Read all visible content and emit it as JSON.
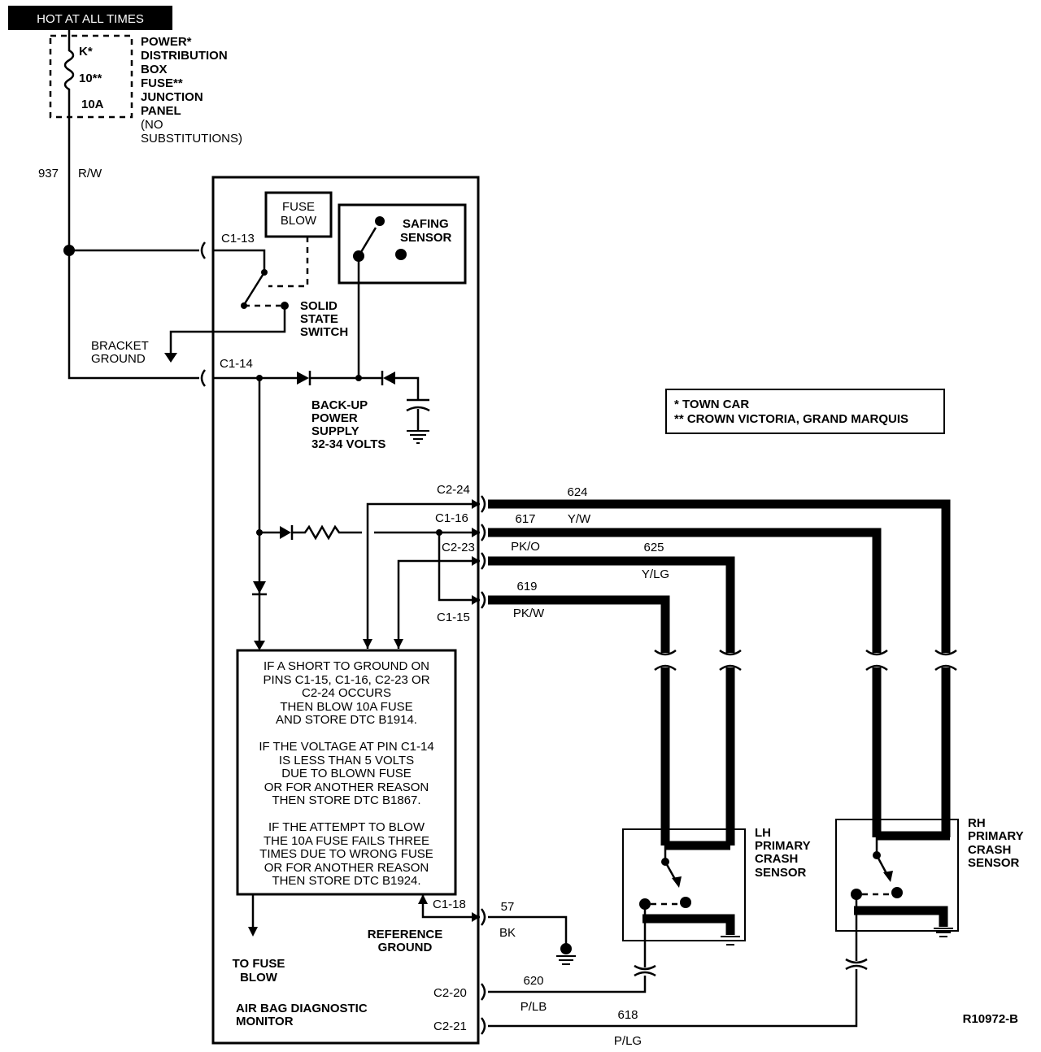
{
  "header": {
    "hot_label": "HOT AT ALL TIMES"
  },
  "fuse": {
    "labels": [
      "K*",
      "10**",
      "10A"
    ],
    "desc_lines": [
      "POWER*",
      "DISTRIBUTION",
      "BOX",
      "FUSE**",
      "JUNCTION",
      "PANEL",
      "(NO",
      "SUBSTITUTIONS)"
    ]
  },
  "feed_wire": {
    "number": "937",
    "color": "R/W"
  },
  "monitor": {
    "title_lines": [
      "AIR BAG DIAGNOSTIC",
      "MONITOR"
    ],
    "fuse_blow_lines": [
      "FUSE",
      "BLOW"
    ],
    "safing_lines": [
      "SAFING",
      "SENSOR"
    ],
    "solid_state_lines": [
      "SOLID",
      "STATE",
      "SWITCH"
    ],
    "backup_lines": [
      "BACK-UP",
      "POWER",
      "SUPPLY",
      "32-34 VOLTS"
    ],
    "logic_lines": [
      "IF A SHORT TO GROUND ON",
      "PINS C1-15, C1-16, C2-23 OR",
      "C2-24 OCCURS",
      "THEN BLOW 10A FUSE",
      "AND STORE DTC B1914.",
      "",
      "IF THE VOLTAGE AT PIN C1-14",
      "IS LESS THAN 5 VOLTS",
      "DUE TO BLOWN FUSE",
      "OR FOR ANOTHER REASON",
      "THEN STORE DTC B1867.",
      "",
      "IF THE ATTEMPT TO BLOW",
      "THE 10A FUSE FAILS THREE",
      "TIMES DUE TO WRONG FUSE",
      "OR FOR ANOTHER REASON",
      "THEN STORE DTC B1924."
    ],
    "to_fuse_blow_lines": [
      "TO FUSE",
      "BLOW"
    ],
    "ref_ground_lines": [
      "REFERENCE",
      "GROUND"
    ]
  },
  "bracket_ground_lines": [
    "BRACKET",
    "GROUND"
  ],
  "connectors": {
    "c1_13": "C1-13",
    "c1_14": "C1-14",
    "c2_24": "C2-24",
    "c1_16": "C1-16",
    "c2_23": "C2-23",
    "c1_15": "C1-15",
    "c1_18": "C1-18",
    "c2_20": "C2-20",
    "c2_21": "C2-21"
  },
  "wires": {
    "w624": {
      "number": "624"
    },
    "w617": {
      "number": "617",
      "color": "Y/W"
    },
    "w625": {
      "number": "625",
      "color": "Y/LG"
    },
    "wpko": {
      "color": "PK/O"
    },
    "w619": {
      "number": "619",
      "color": "PK/W"
    },
    "w57": {
      "number": "57",
      "color": "BK"
    },
    "w620": {
      "number": "620",
      "color": "P/LB"
    },
    "w618": {
      "number": "618",
      "color": "P/LG"
    }
  },
  "legend": {
    "line1": "* TOWN CAR",
    "line2": "** CROWN VICTORIA, GRAND MARQUIS"
  },
  "lh_sensor_lines": [
    "LH",
    "PRIMARY",
    "CRASH",
    "SENSOR"
  ],
  "rh_sensor_lines": [
    "RH",
    "PRIMARY",
    "CRASH",
    "SENSOR"
  ],
  "figure_id": "R10972-B"
}
